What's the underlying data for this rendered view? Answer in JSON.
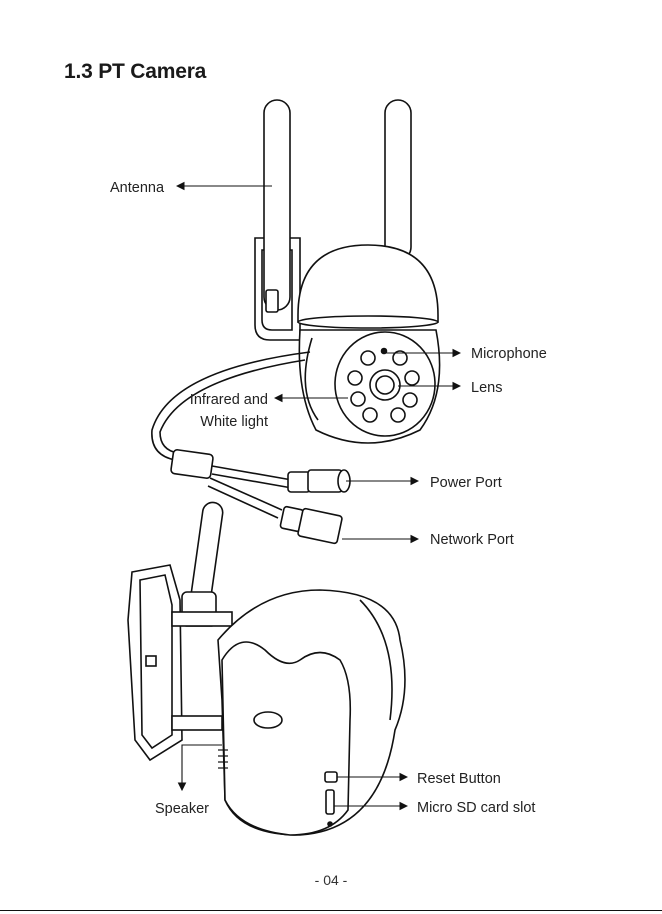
{
  "section": {
    "title": "1.3 PT Camera"
  },
  "labels": {
    "antenna": "Antenna",
    "infrared_line1": "Infrared and",
    "infrared_line2": "White light",
    "microphone": "Microphone",
    "lens": "Lens",
    "power_port": "Power Port",
    "network_port": "Network Port",
    "speaker": "Speaker",
    "reset_button": "Reset Button",
    "sd_slot": "Micro SD card slot"
  },
  "footer": {
    "page_number": "- 04 -"
  }
}
